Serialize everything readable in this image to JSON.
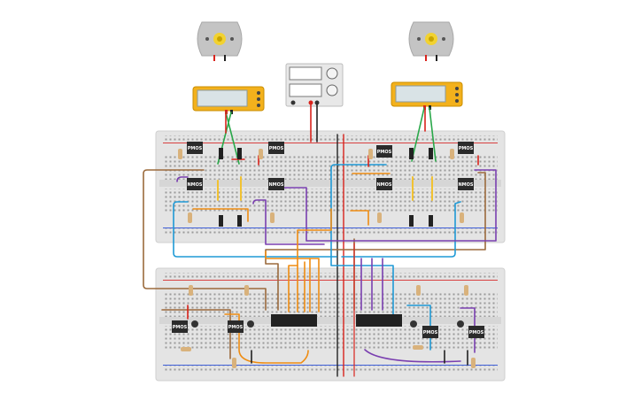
{
  "circuit": {
    "chips": [
      {
        "id": "c1",
        "label": "PMOS"
      },
      {
        "id": "c2",
        "label": "PMOS"
      },
      {
        "id": "c3",
        "label": "PMOS"
      },
      {
        "id": "c4",
        "label": "PMOS"
      },
      {
        "id": "c5",
        "label": "NMOS"
      },
      {
        "id": "c6",
        "label": "NMOS"
      },
      {
        "id": "c7",
        "label": "NMOS"
      },
      {
        "id": "c8",
        "label": "NMOS"
      },
      {
        "id": "c9",
        "label": "PMOS"
      },
      {
        "id": "c10",
        "label": "PMOS"
      },
      {
        "id": "c11",
        "label": "PMOS"
      },
      {
        "id": "c12",
        "label": "PMOS"
      }
    ]
  },
  "colors": {
    "breadboard": "#e4e4e4",
    "wire_red": "#d9231c",
    "wire_green": "#2aa84a",
    "wire_brown": "#9b6a3c",
    "wire_blue": "#1f9ad6",
    "wire_purple": "#7a3fb0",
    "wire_orange": "#ef8c12",
    "wire_yellow": "#f1c232",
    "wire_black": "#222222",
    "multimeter": "#f3b11c",
    "motor_body": "#bfbfbf"
  }
}
